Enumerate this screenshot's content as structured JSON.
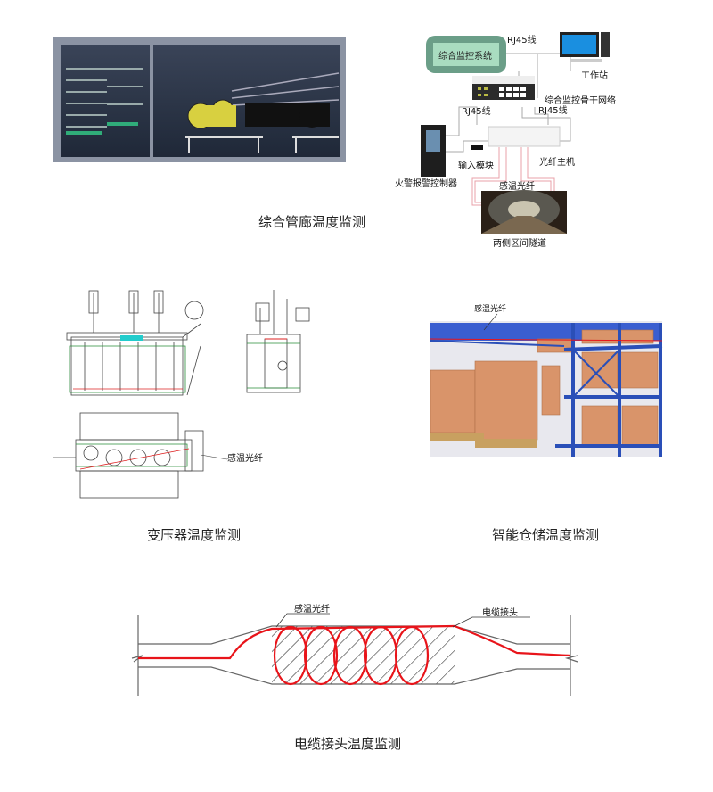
{
  "sections": {
    "pipe_gallery": {
      "caption": "综合管廊温度监测",
      "diagram": {
        "monitoring_system": "综合监控系统",
        "rj45_top": "RJ45线",
        "workstation": "工作站",
        "backbone": "综合监控骨干网络",
        "rj45_left": "RJ45线",
        "rj45_right": "RJ45线",
        "input_module": "输入模块",
        "fiber_host": "光纤主机",
        "fire_controller": "火警报警控制器",
        "sensing_fiber": "感温光纤",
        "tunnel": "两侧区间隧道"
      }
    },
    "transformer": {
      "caption": "变压器温度监测",
      "fiber_label": "感温光纤"
    },
    "warehouse": {
      "caption": "智能仓储温度监测",
      "fiber_label": "感温光纤"
    },
    "cable_joint": {
      "caption": "电缆接头温度监测",
      "fiber_label": "感温光纤",
      "joint_label": "电缆接头"
    }
  },
  "colors": {
    "fiber_red": "#e8141a",
    "system_box": "#6b9e88",
    "rack_blue": "#2a4fb8",
    "box_orange": "#d9946a"
  }
}
